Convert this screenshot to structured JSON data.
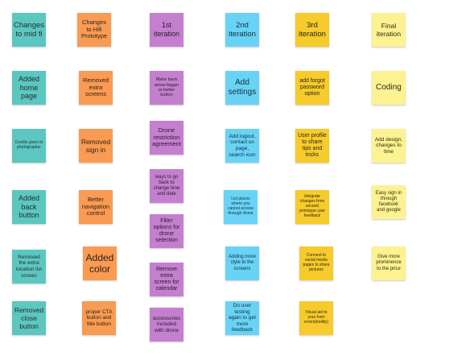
{
  "columns": [
    {
      "color": "teal",
      "notes": [
        "Changes to mid fi",
        "Added home page",
        "Credits given to photographer",
        "Added back button",
        "Removed the extra location list screen",
        "Removed close button"
      ]
    },
    {
      "color": "orange",
      "notes": [
        "Changes to Hifi Prototype",
        "Removed extra screens",
        "Removed sign in",
        "Better navigation control",
        "Added color",
        "proper CTA button and title button"
      ]
    },
    {
      "color": "purple",
      "notes": [
        "1st iteration",
        "Make back arrow bigger or better button",
        "Drone restriction agreement",
        "ways to go back to change time and date",
        "Filter options for drone selection",
        "Remove extra screen for calendar",
        "accessories included with drone"
      ]
    },
    {
      "color": "blue",
      "notes": [
        "2nd iteration",
        "Add settings",
        "Add logout, contact us page, search icon",
        "List places where you cannot access through drone",
        "Adding more style to the screens",
        "Do user testing again to get more feedback"
      ]
    },
    {
      "color": "yellow",
      "notes": [
        "3rd iteration",
        "add forgot password option",
        "User profile to share tips and tricks",
        "Integrate changes from second prototype user feedback",
        "Connect to social media pages to share pictures",
        "Visual aid to your form errors(tooltip)"
      ]
    },
    {
      "color": "light-yellow",
      "notes": [
        "Final iteration",
        "Coding",
        "Add design, changes to time",
        "Easy sign in through facebook and google",
        "Give more prominence to the price"
      ]
    }
  ]
}
